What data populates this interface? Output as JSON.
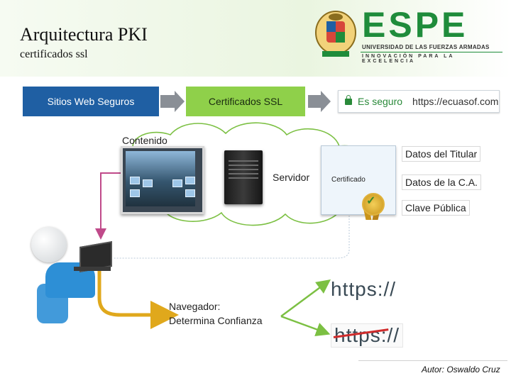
{
  "header": {
    "title": "Arquitectura  PKI",
    "subtitle": "certificados ssl",
    "logo": {
      "name": "ESPE",
      "university": "UNIVERSIDAD DE LAS FUERZAS ARMADAS",
      "motto": "INNOVACIÓN  PARA LA EXCELENCIA",
      "color": "#1f8c3b"
    }
  },
  "flow": {
    "step1": "Sitios Web Seguros",
    "step2": "Certificados SSL",
    "browser": {
      "secure_text": "Es seguro",
      "url": "https://ecuasof.com"
    }
  },
  "cloud": {
    "content_label": "Contenido",
    "server_label": "Servidor",
    "certificate_label": "Certificado"
  },
  "certificate_fields": [
    "Datos del Titular",
    "Datos de la C.A.",
    "Clave Pública"
  ],
  "browser_note": {
    "line1": "Navegador:",
    "line2": "Determina Confianza"
  },
  "https": {
    "valid": "https://",
    "invalid": "https://"
  },
  "author": "Autor: Oswaldo Cruz",
  "colors": {
    "blue_box": "#1f5fa3",
    "green_box": "#8fd04a",
    "arrow_purple": "#c04a8a",
    "arrow_yellow": "#e0a81c",
    "arrow_green": "#7cc043"
  }
}
